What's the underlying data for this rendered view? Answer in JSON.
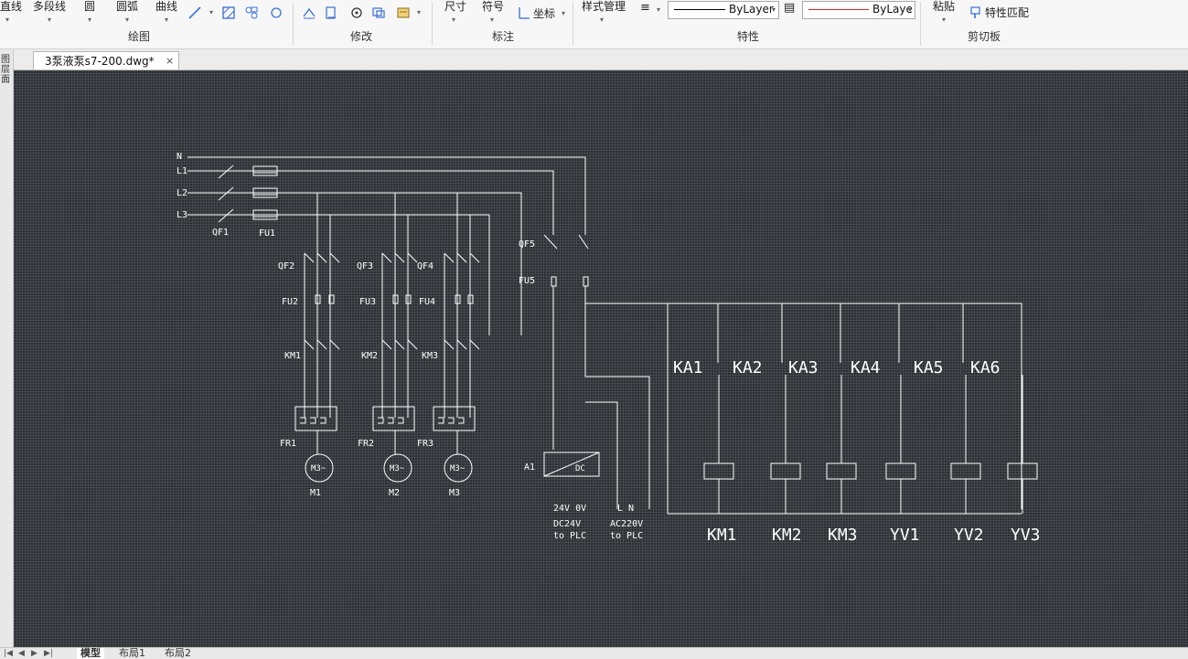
{
  "ribbon": {
    "draw": {
      "items": [
        "直线",
        "多段线",
        "圆",
        "圆弧",
        "曲线"
      ],
      "label": "绘图"
    },
    "modify": {
      "label": "修改"
    },
    "annotation": {
      "items": [
        "尺寸",
        "符号",
        "坐标"
      ],
      "label": "标注"
    },
    "properties": {
      "style_manager": "样式管理",
      "linetype_value": "ByLayer",
      "color_value": "ByLaye",
      "label": "特性",
      "accent_red": "#e02020"
    },
    "clipboard": {
      "paste": "粘贴",
      "match_properties": "特性匹配",
      "label": "剪切板"
    }
  },
  "document_tab": {
    "title": "3泵液泵s7-200.dwg*",
    "close": "×"
  },
  "left_panel": {
    "label": "图层面"
  },
  "drawing": {
    "supply": [
      "N",
      "L1",
      "L2",
      "L3"
    ],
    "main_switch": "QF1",
    "main_fuse": "FU1",
    "control_breaker": "QF5",
    "control_fuse": "FU5",
    "motor_breakers": [
      "QF2",
      "QF3",
      "QF4"
    ],
    "motor_fuses": [
      "FU2",
      "FU3",
      "FU4"
    ],
    "contactors": [
      "KM1",
      "KM2",
      "KM3"
    ],
    "overloads": [
      "FR1",
      "FR2",
      "FR3"
    ],
    "motor_symbol": "M3~",
    "motors": [
      "M1",
      "M2",
      "M3"
    ],
    "psu": {
      "input_marker": "A1",
      "dc_out": "DC",
      "dc_terminals": "24V  0V",
      "ac_terminals": "L    N",
      "dc_label_1": "DC24V",
      "dc_label_2": "to PLC",
      "ac_label_1": "AC220V",
      "ac_label_2": "to PLC"
    },
    "relay_coils": [
      "KA1",
      "KA2",
      "KA3",
      "KA4",
      "KA5",
      "KA6"
    ],
    "outputs": [
      "KM1",
      "KM2",
      "KM3",
      "YV1",
      "YV2",
      "YV3"
    ]
  },
  "layout_tabs": [
    "模型",
    "布局1",
    "布局2"
  ],
  "nav_arrows": [
    "|◀",
    "◀",
    "▶",
    "▶|"
  ]
}
